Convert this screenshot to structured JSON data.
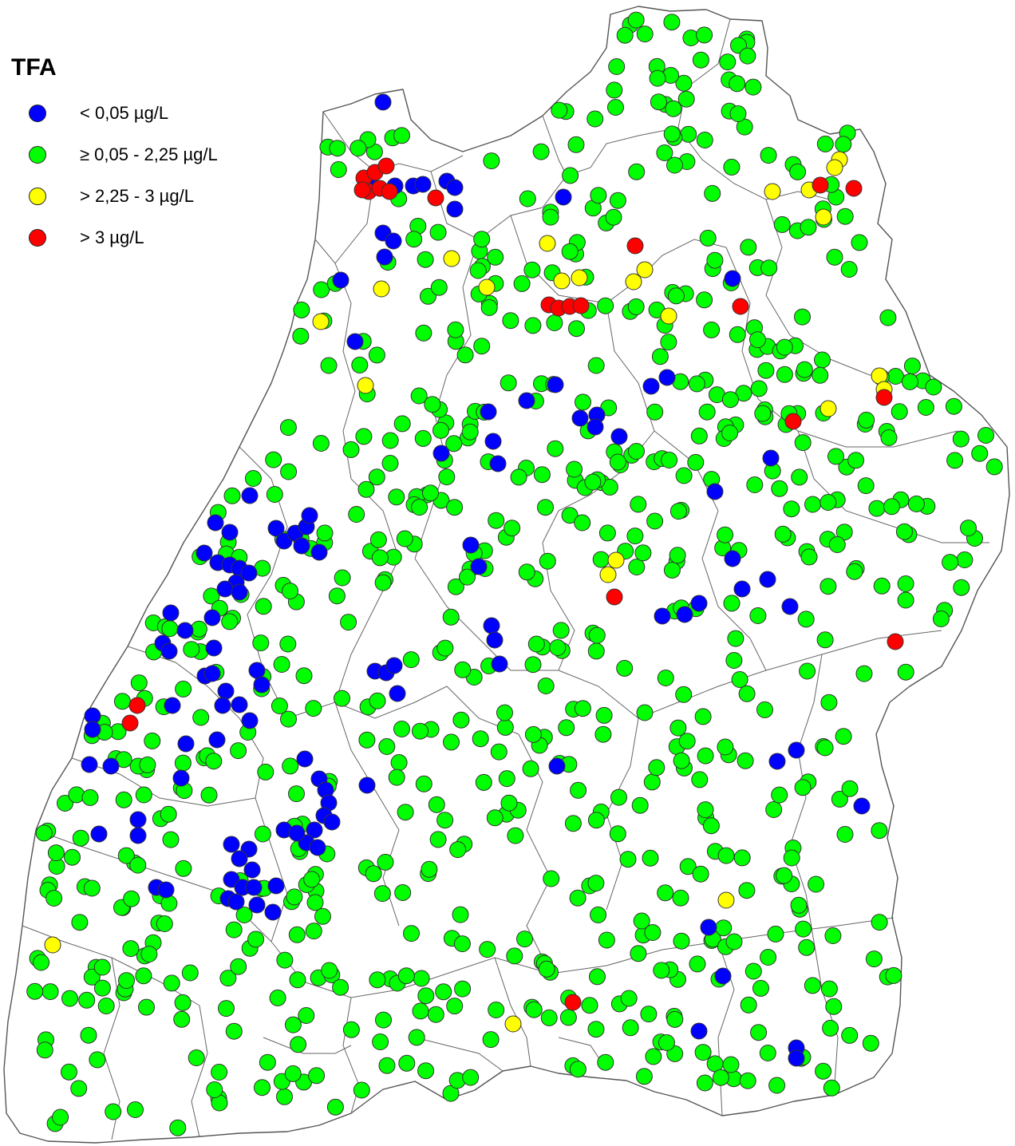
{
  "legend": {
    "title": "TFA",
    "items": [
      {
        "key": "blue",
        "label": "< 0,05 µg/L",
        "color": "#0000FF"
      },
      {
        "key": "green",
        "label": "≥ 0,05 - 2,25 µg/L",
        "color": "#00FF00"
      },
      {
        "key": "yellow",
        "label": "> 2,25 - 3 µg/L",
        "color": "#FFFF00"
      },
      {
        "key": "red",
        "label": "> 3 µg/L",
        "color": "#FF0000"
      }
    ]
  },
  "map": {
    "region_fill": "#FFFFFF",
    "boundary_color": "#555555",
    "marker_stroke": "#333333"
  }
}
